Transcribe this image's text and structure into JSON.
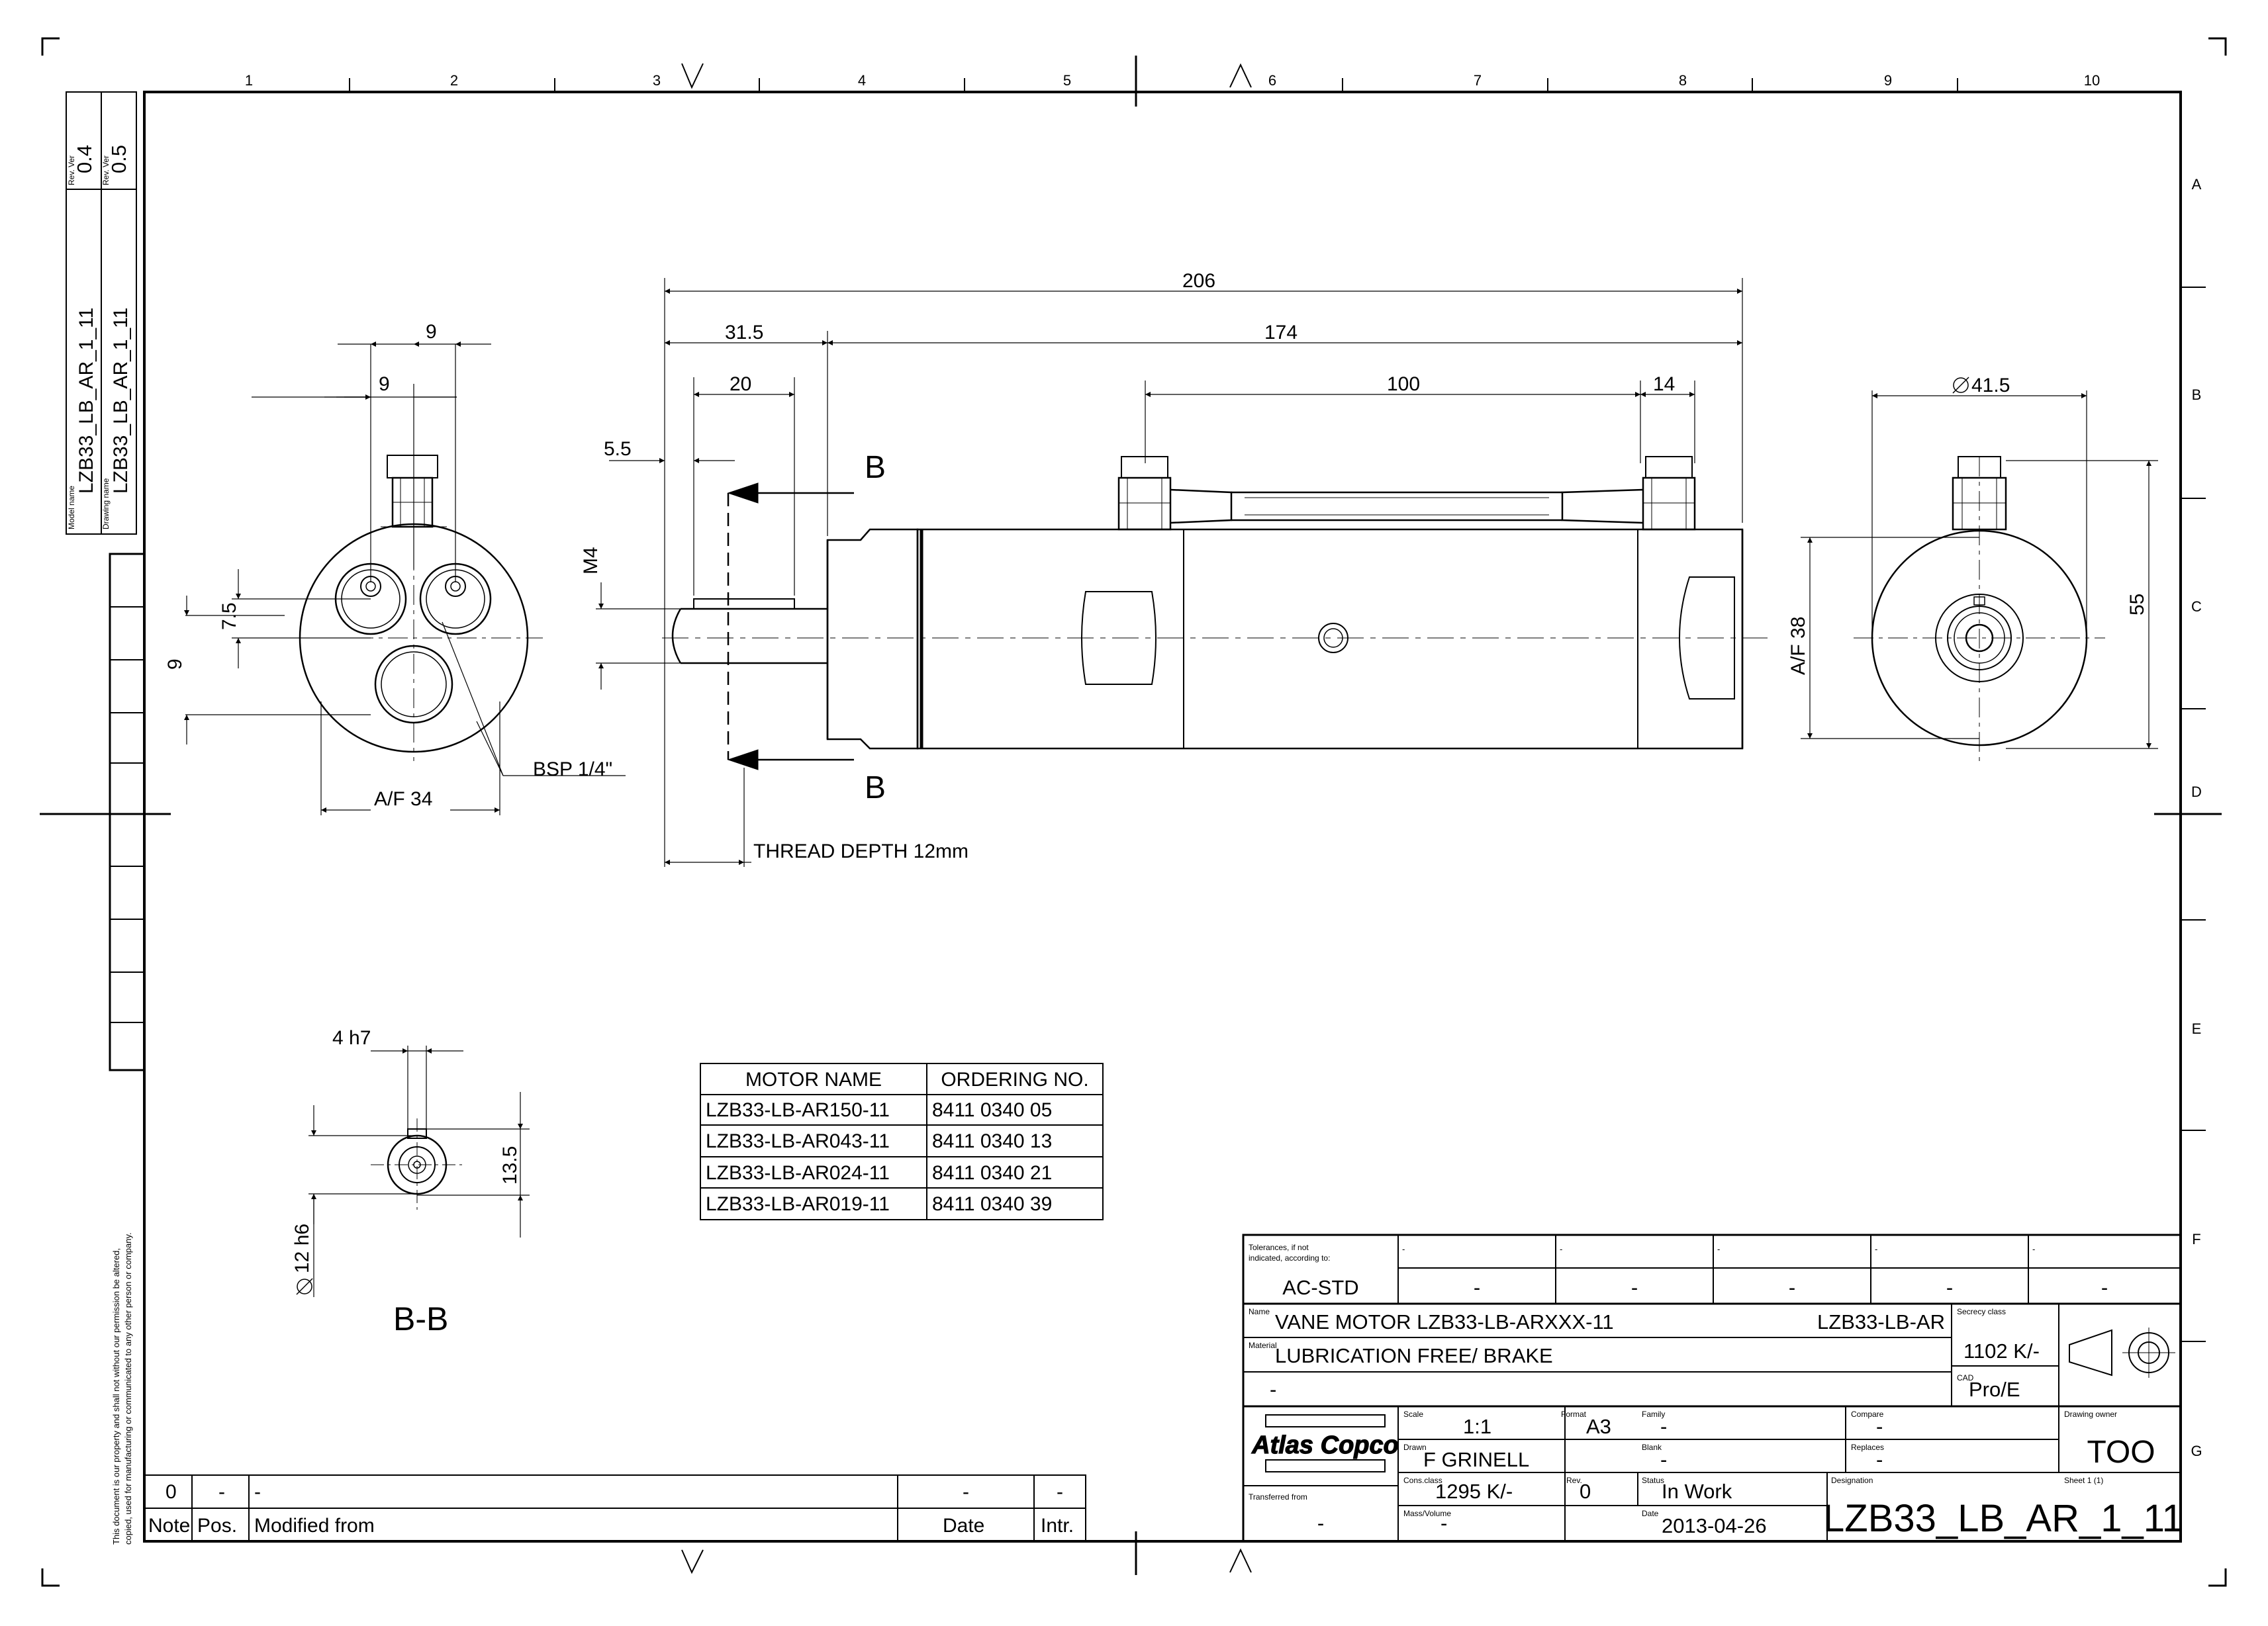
{
  "grid": {
    "columns": [
      "1",
      "2",
      "3",
      "4",
      "5",
      "6",
      "7",
      "8",
      "9",
      "10"
    ],
    "rows": [
      "A",
      "B",
      "C",
      "D",
      "E",
      "F",
      "G"
    ]
  },
  "revisions": {
    "model_name_label": "Model name",
    "model_name": "LZB33_LB_AR_1_11",
    "model_rev_label": "Rev. Ver",
    "model_rev": "0.4",
    "drawing_name_label": "Drawing name",
    "drawing_name": "LZB33_LB_AR_1_11",
    "drawing_rev_label": "Rev. Ver",
    "drawing_rev": "0.5"
  },
  "dimensions": {
    "overall_length": "206",
    "shaft_to_body": "31.5",
    "body_length": "174",
    "spline_length": "20",
    "shaft_offset": "5.5",
    "port_spacing": "100",
    "port_end": "14",
    "end_diameter": "41.5",
    "thread": "M4",
    "across_flats_side": "A/F 38",
    "height": "55",
    "front_port_dx1": "9",
    "front_port_dx2": "9",
    "front_port_dy": "7.5",
    "front_port_dy2": "9",
    "port_thread": "BSP 1/4\"",
    "across_flats_front": "A/F 34",
    "thread_depth": "THREAD DEPTH 12mm",
    "section_mark": "B",
    "key_width": "4 h7",
    "key_height": "13.5",
    "shaft_dia": "12 h6",
    "section_title": "B-B"
  },
  "motor_table": {
    "headers": [
      "MOTOR NAME",
      "ORDERING NO."
    ],
    "rows": [
      [
        "LZB33-LB-AR150-11",
        "8411 0340 05"
      ],
      [
        "LZB33-LB-AR043-11",
        "8411 0340 13"
      ],
      [
        "LZB33-LB-AR024-11",
        "8411 0340 21"
      ],
      [
        "LZB33-LB-AR019-11",
        "8411 0340 39"
      ]
    ]
  },
  "revision_table": {
    "row": [
      "0",
      "-",
      "-",
      "-",
      "-"
    ],
    "headers": [
      "Note",
      "Pos.",
      "Modified from",
      "Date",
      "Intr."
    ]
  },
  "disclaimer": [
    "This document is our property and shall not without our permission be altered,",
    "copied, used for manufacturing or communicated to any other person or company."
  ],
  "title_block": {
    "tolerances_label": "Tolerances, if not indicated, according to:",
    "tolerances_l1": "Tolerances, if not",
    "tolerances_l2": "indicated, according to:",
    "tolerances": "AC-STD",
    "tol_cells": [
      "-",
      "-",
      "-",
      "-",
      "-"
    ],
    "name_label": "Name",
    "name": "VANE MOTOR LZB33-LB-ARXXX-11",
    "name_code": "LZB33-LB-AR",
    "secrecy_label": "Secrecy class",
    "secrecy": "1102 K/-",
    "material_label": "Material",
    "material": "LUBRICATION FREE/ BRAKE",
    "material2": "-",
    "cad_label": "CAD",
    "cad": "Pro/E",
    "logo": "Atlas Copco",
    "scale_label": "Scale",
    "scale": "1:1",
    "format_label": "Format",
    "format": "A3",
    "family_label": "Family",
    "family": "-",
    "compare_label": "Compare",
    "compare": "-",
    "drawing_owner_label": "Drawing owner",
    "drawing_owner": "TOO",
    "drawn_label": "Drawn",
    "drawn": "F GRINELL",
    "blank_label": "Blank",
    "blank": "-",
    "replaces_label": "Replaces",
    "replaces": "-",
    "transferred_label": "Transferred from",
    "transferred": "-",
    "cons_label": "Cons.class",
    "cons": "1295 K/-",
    "rev_label": "Rev.",
    "rev": "0",
    "status_label": "Status",
    "status": "In Work",
    "designation_label": "Designation",
    "sheet": "Sheet 1 (1)",
    "mass_label": "Mass/Volume",
    "mass": "-",
    "date_label": "Date",
    "date": "2013-04-26",
    "designation": "LZB33_LB_AR_1_11"
  }
}
